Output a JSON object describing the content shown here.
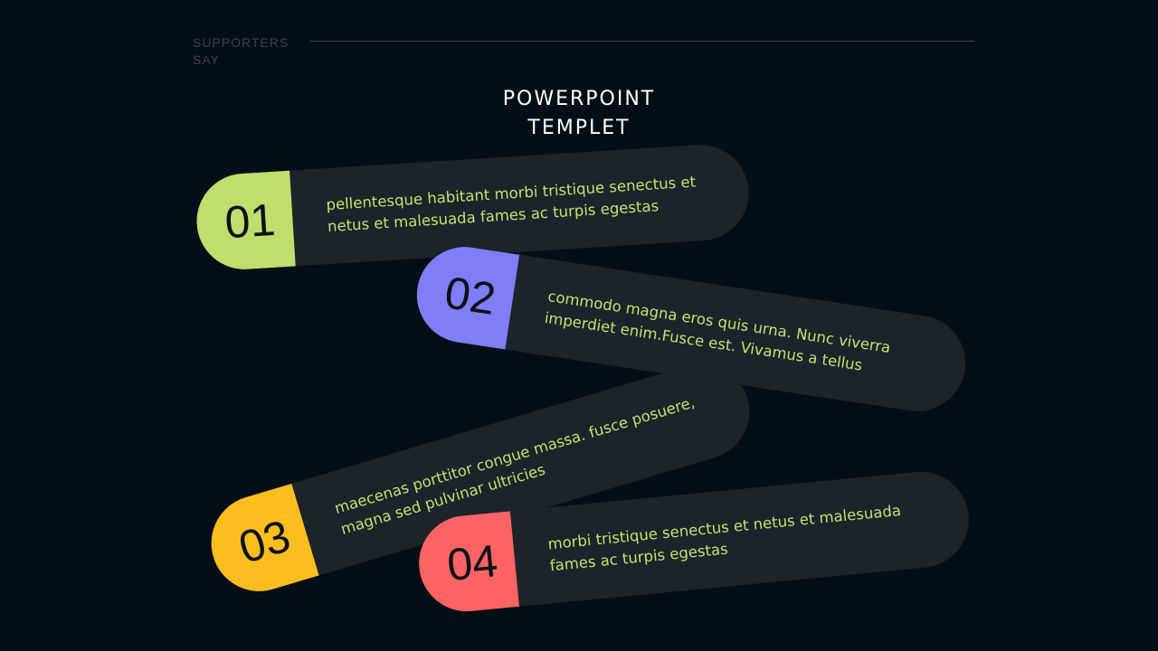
{
  "header": {
    "overline": "SUPPORTERS SAY",
    "title": "POWERPOINT\nTEMPLET"
  },
  "steps": [
    {
      "number": "01",
      "text": "pellentesque habitant morbi tristique senectus et netus et malesuada fames ac turpis egestas",
      "color": "#bfde6c"
    },
    {
      "number": "02",
      "text": "commodo magna eros quis urna. Nunc viverra imperdiet enim.Fusce est. Vivamus a tellus",
      "color": "#7f7ef4"
    },
    {
      "number": "03",
      "text": "maecenas porttitor congue massa. fusce posuere, magna sed pulvinar ultricies",
      "color": "#fcbe1e"
    },
    {
      "number": "04",
      "text": "morbi tristique senectus et netus et malesuada fames ac turpis egestas",
      "color": "#fc6463"
    }
  ],
  "colors": {
    "background": "#040e17",
    "pill": "#1c232a",
    "text_accent": "#c3e36d"
  }
}
